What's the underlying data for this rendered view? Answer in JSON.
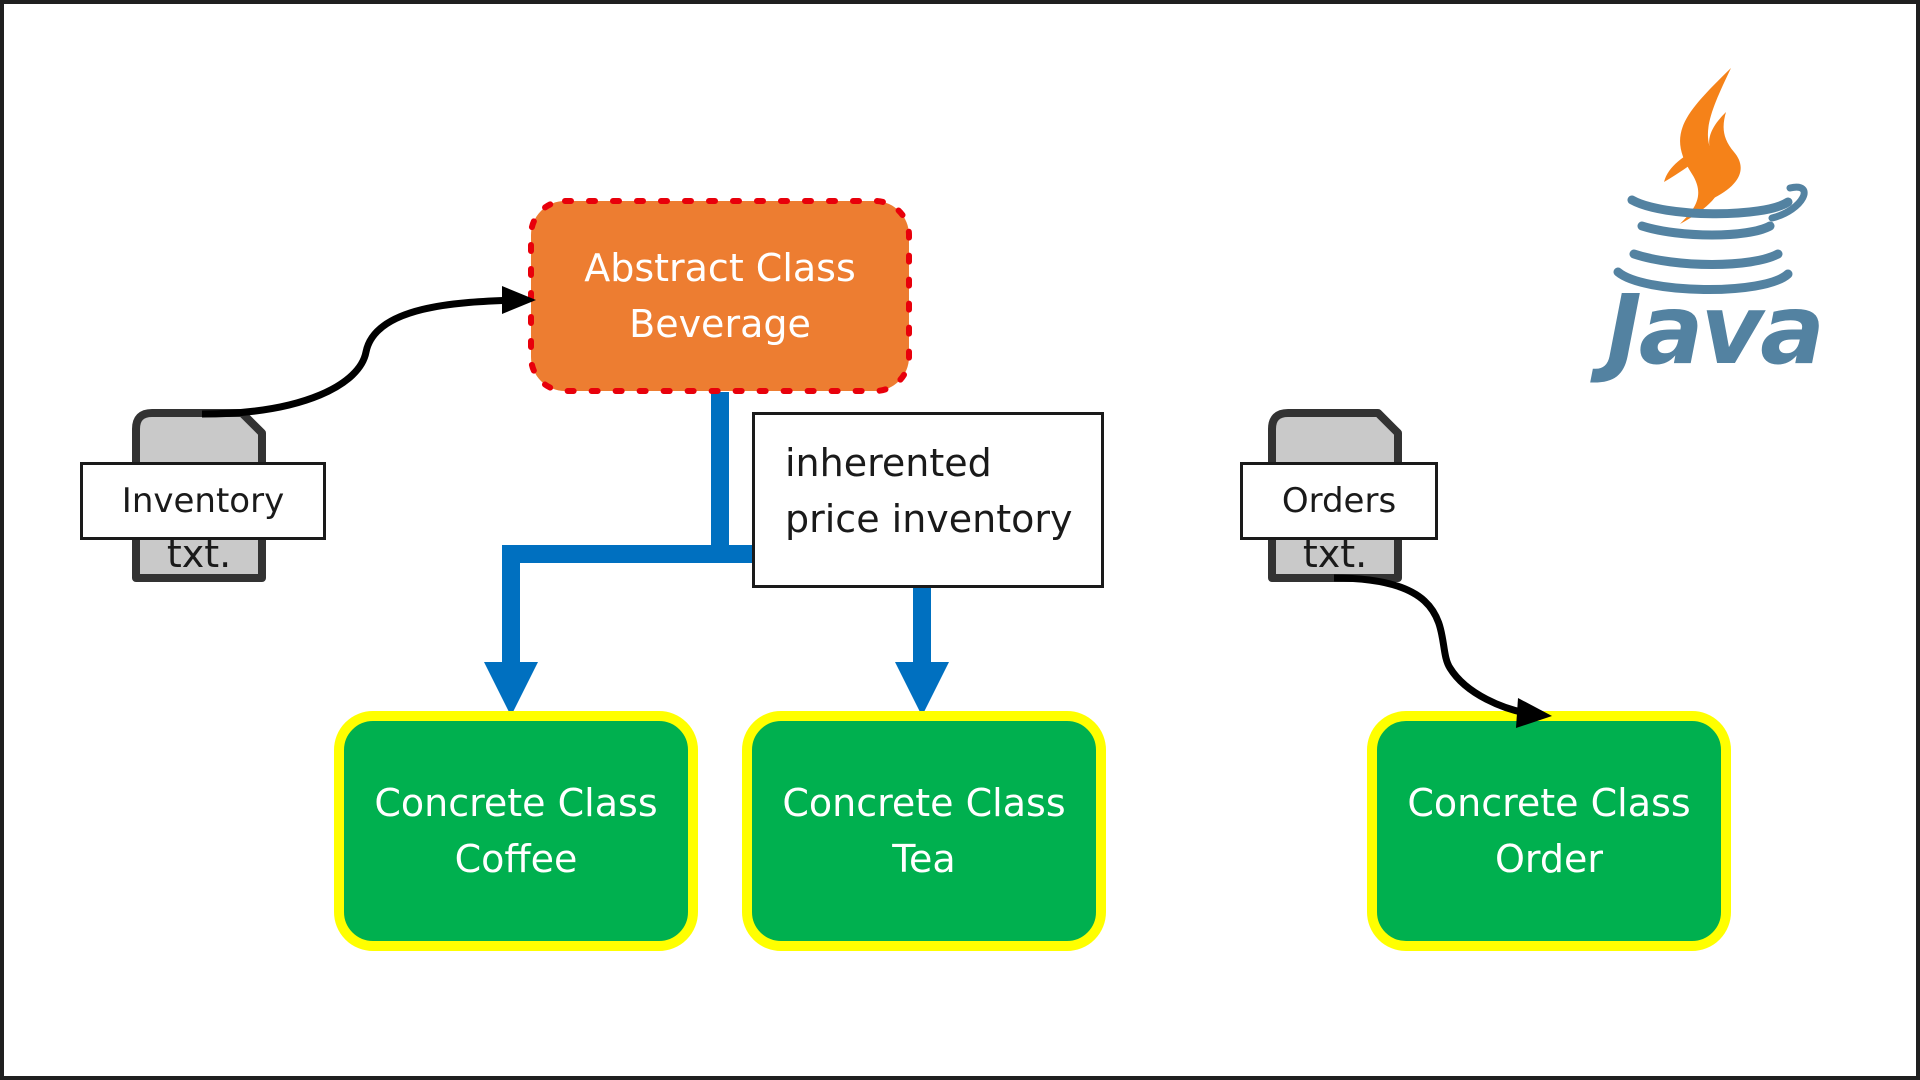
{
  "abstract_class": {
    "line1": "Abstract Class",
    "line2": "Beverage",
    "fill_color": "#ed7d31",
    "border_color": "#e8000b"
  },
  "concrete_classes": [
    {
      "line1": "Concrete Class",
      "line2": "Coffee"
    },
    {
      "line1": "Concrete Class",
      "line2": "Tea"
    },
    {
      "line1": "Concrete Class",
      "line2": "Order"
    }
  ],
  "concrete_style": {
    "fill_color": "#00b04f",
    "border_color": "#ffff00"
  },
  "inheritance_note": {
    "line1": "inherented",
    "line2": "price inventory"
  },
  "inventory_file": {
    "label": "Inventory",
    "extension": "txt."
  },
  "orders_file": {
    "label": "Orders",
    "extension": "txt."
  },
  "logo": {
    "word": "Java",
    "icon": "java-coffee-cup-icon",
    "flame_color": "#f58219",
    "cup_color": "#5382a1"
  },
  "connector_color": "#0070c0"
}
